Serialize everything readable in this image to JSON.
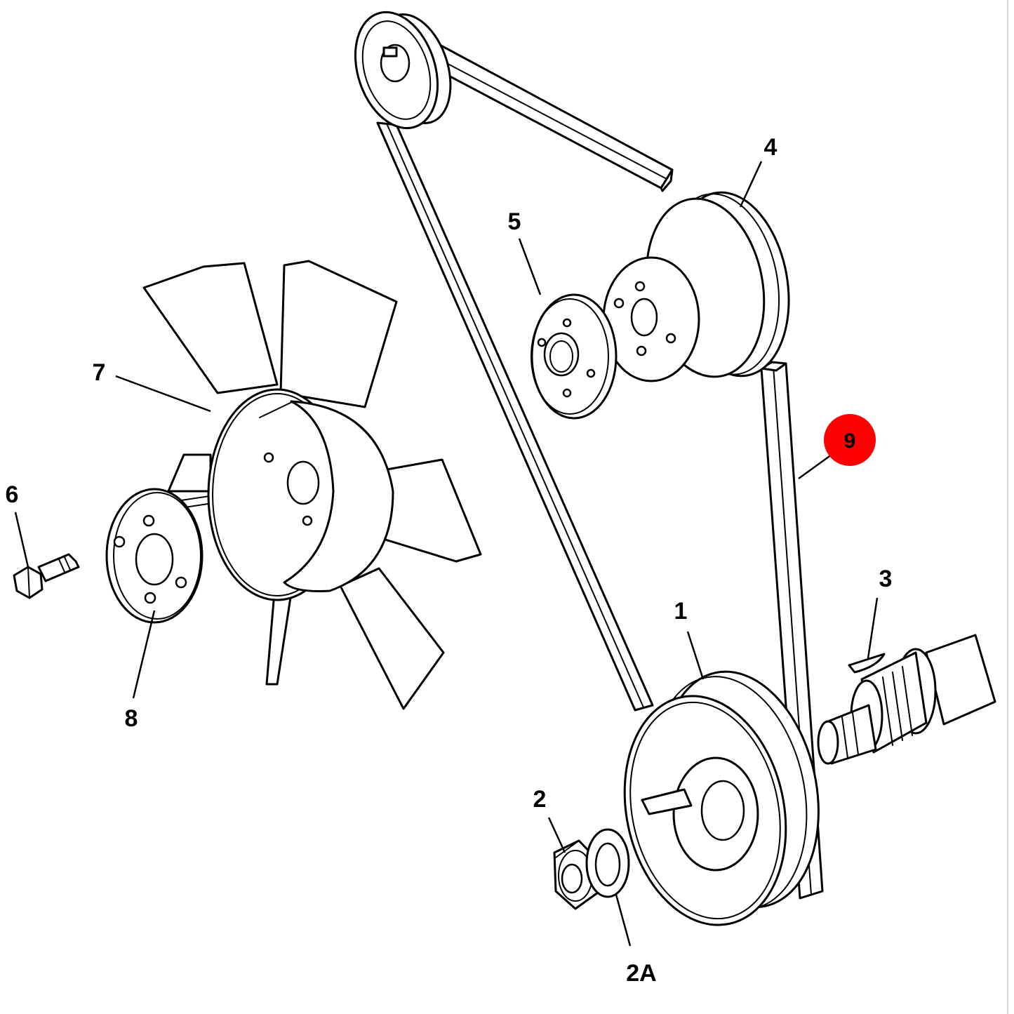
{
  "callouts": [
    {
      "id": "1",
      "label": "1"
    },
    {
      "id": "2",
      "label": "2"
    },
    {
      "id": "2A",
      "label": "2A"
    },
    {
      "id": "3",
      "label": "3"
    },
    {
      "id": "4",
      "label": "4"
    },
    {
      "id": "5",
      "label": "5"
    },
    {
      "id": "6",
      "label": "6"
    },
    {
      "id": "7",
      "label": "7"
    },
    {
      "id": "8",
      "label": "8"
    },
    {
      "id": "9",
      "label": "9"
    }
  ],
  "highlight": {
    "callout_id": "9",
    "color": "#ff0000"
  }
}
